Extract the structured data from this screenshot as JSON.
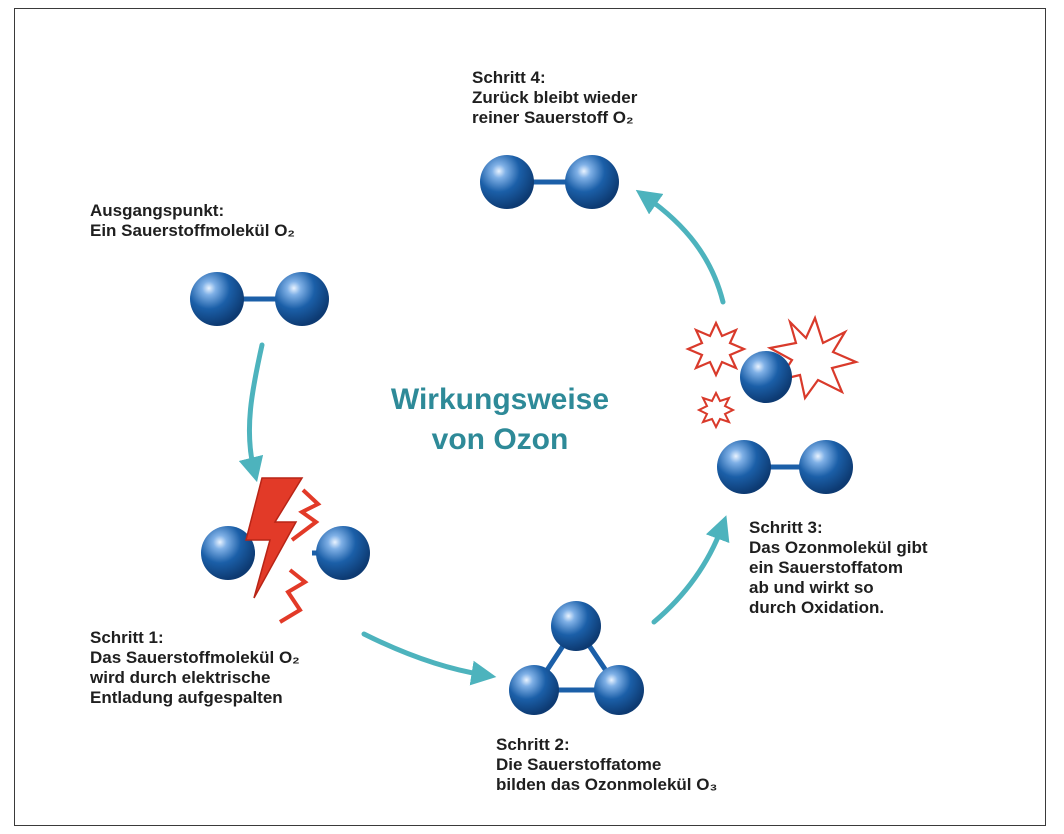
{
  "title": {
    "line1": "Wirkungsweise",
    "line2": "von Ozon"
  },
  "steps": {
    "start": {
      "line1": "Ausgangspunkt:",
      "line2": "Ein Sauerstoffmolekül O₂"
    },
    "step1": {
      "line1": "Schritt 1:",
      "line2": "Das Sauerstoffmolekül O₂",
      "line3": "wird durch elektrische",
      "line4": "Entladung aufgespalten"
    },
    "step2": {
      "line1": "Schritt 2:",
      "line2": "Die Sauerstoffatome",
      "line3": "bilden das Ozonmolekül O₃"
    },
    "step3": {
      "line1": "Schritt 3:",
      "line2": "Das Ozonmolekül gibt",
      "line3": "ein Sauerstoffatom",
      "line4": "ab und wirkt so",
      "line5": "durch Oxidation."
    },
    "step4": {
      "line1": "Schritt 4:",
      "line2": "Zurück bleibt wieder",
      "line3": "reiner Sauerstoff O₂"
    }
  },
  "colors": {
    "atom": "#1b5fa8",
    "atom_dark": "#0d3a72",
    "arrow": "#4db3bd",
    "title": "#2e8a98",
    "spark": "#d93a2b"
  }
}
